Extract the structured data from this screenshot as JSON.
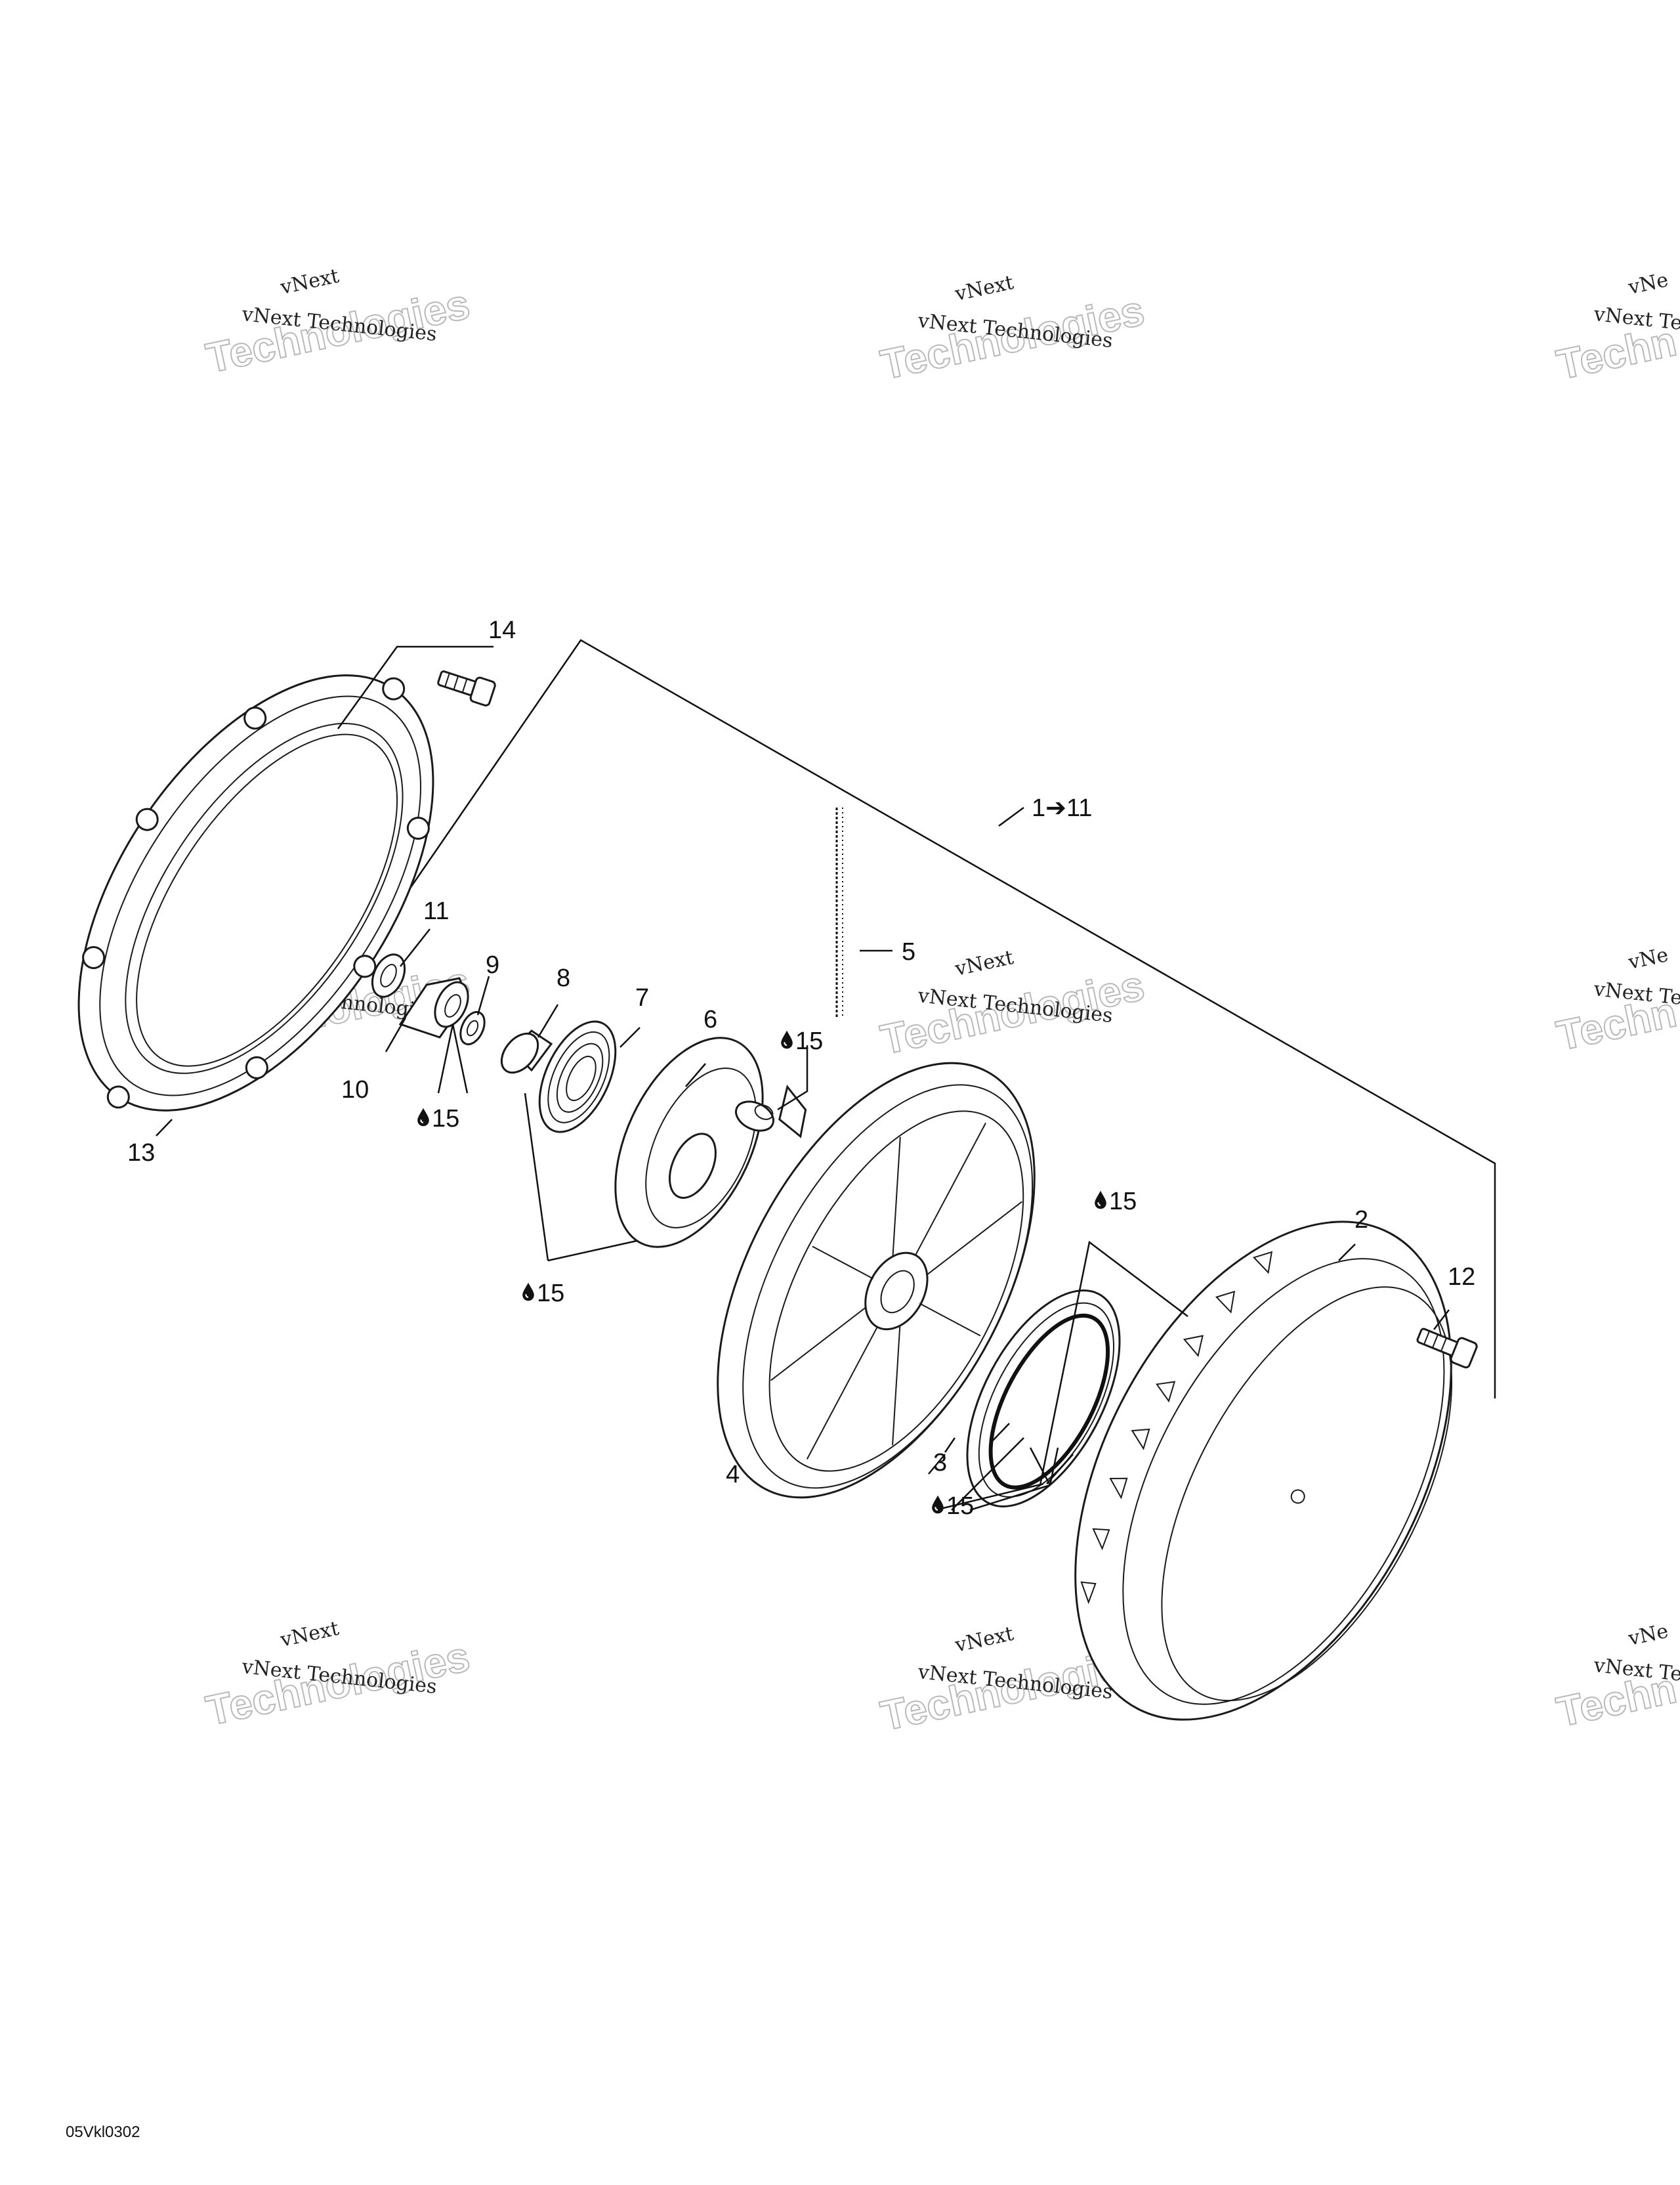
{
  "watermark": {
    "line1": "vNext",
    "line2": "vNext Technologies",
    "line3": "Technologies",
    "cut1": "vNe",
    "cut2": "vNext Te",
    "cut3": "Techn"
  },
  "callouts": {
    "c1_11": "1➔11",
    "c2": "2",
    "c3": "3",
    "c4": "4",
    "c5": "5",
    "c6": "6",
    "c7": "7",
    "c8": "8",
    "c9": "9",
    "c10": "10",
    "c11": "11",
    "c12": "12",
    "c13": "13",
    "c14": "14",
    "lube": "15"
  },
  "figure_code": "05Vkl0302",
  "icons": {
    "lubricant": "oil-drop-icon"
  }
}
